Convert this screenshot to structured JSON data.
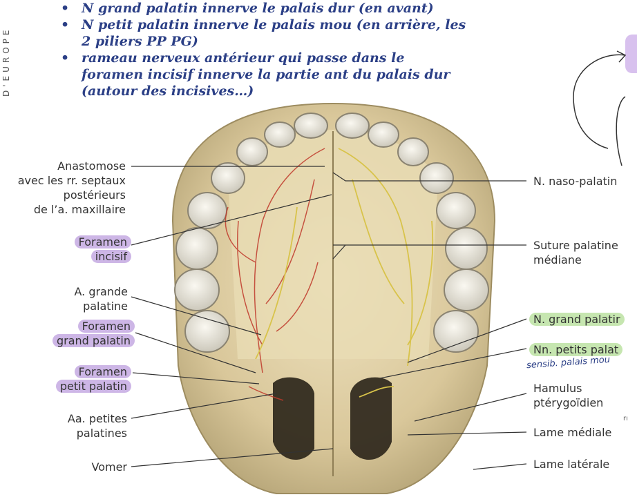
{
  "side_tab": "D'EUROPE",
  "notes": [
    {
      "bullet": "•",
      "text": "N grand palatin innerve le palais dur (en avant)"
    },
    {
      "bullet": "•",
      "text": "N petit palatin innerve le palais mou (en arrière, les 2 piliers PP PG)"
    },
    {
      "bullet": "•",
      "text": "rameau nerveux antérieur qui passe dans le foramen incisif innerve la partie ant du palais dur (autour des incisives…)"
    }
  ],
  "left_labels": {
    "anastomose": [
      "Anastomose",
      "avec les rr. septaux",
      "postérieurs",
      "de l’a. maxillaire"
    ],
    "foramen_incisif": [
      "Foramen",
      "incisif"
    ],
    "a_grande_palatine": [
      "A. grande",
      "palatine"
    ],
    "foramen_grand_palatin": [
      "Foramen",
      "grand palatin"
    ],
    "foramen_petit_palatin": [
      "Foramen",
      "petit palatin"
    ],
    "aa_petites_palatines": [
      "Aa. petites",
      "palatines"
    ],
    "vomer": "Vomer"
  },
  "right_labels": {
    "n_naso_palatin": "N. naso-palatin",
    "suture": [
      "Suture palatine",
      "médiane"
    ],
    "n_grand_palatin": "N. grand palatir",
    "nn_petits_palat": "Nn. petits palat",
    "handwritten_note": "sensib. palais mou",
    "hamulus": [
      "Hamulus",
      "ptérygoïdien"
    ],
    "lame_mediale": "Lame médiale",
    "lame_laterale": "Lame latérale",
    "margin_mark": "rı"
  },
  "colors": {
    "note_text": "#2b3f86",
    "highlight_purple": "#cdb6e6",
    "highlight_green": "#c6e6b0"
  }
}
